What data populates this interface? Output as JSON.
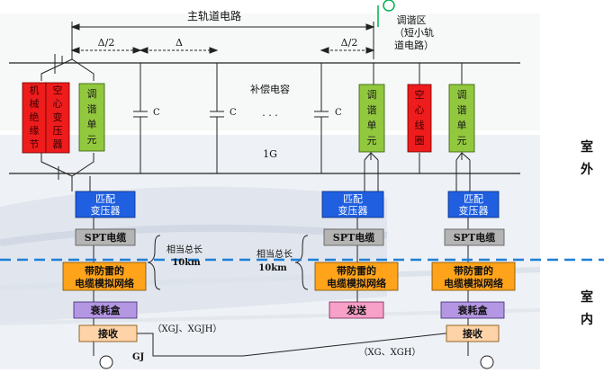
{
  "labels": {
    "main_track": "主轨道电路",
    "delta_half_left": "Δ/2",
    "delta_mid": "Δ",
    "delta_half_right": "Δ/2",
    "tuning_zone": [
      "调谐区",
      "（短小轨",
      "道电路）"
    ],
    "comp_cap": "补偿电容",
    "ellipsis": "· · ·",
    "cap_c": "C",
    "one_g": "1G",
    "outdoor": [
      "室",
      "外"
    ],
    "indoor": [
      "室",
      "内"
    ],
    "equiv_len_left": [
      "相当总长",
      "10km"
    ],
    "equiv_len_mid": [
      "相当总长",
      "10km"
    ],
    "gj": "GJ",
    "xgj": "（XGJ、XGJH）",
    "xg": "（XG、XGH）"
  },
  "colors": {
    "red_box": "#ee1c1c",
    "green_box": "#92c83e",
    "blue_box": "#1f5fe0",
    "gray_box": "#b4b4b4",
    "orange_box": "#ffa31a",
    "purple_box": "#b497e3",
    "pink_box": "#f7a0c8",
    "peach_box": "#ffd3a8",
    "divider_blue": "#1e7fd8",
    "signal_green": "#00b050"
  },
  "boxes": {
    "mech_insulation": [
      "机",
      "械",
      "绝",
      "缘",
      "节"
    ],
    "air_core_transformer": [
      "空",
      "心",
      "变",
      "压",
      "器"
    ],
    "tuning_unit": [
      "调",
      "谐",
      "单",
      "元"
    ],
    "air_core_coil": [
      "空",
      "心",
      "线",
      "圈"
    ],
    "matching_transformer": [
      "匹配",
      "变压器"
    ],
    "spt_cable": "SPT电缆",
    "lightning_network": [
      "带防雷的",
      "电缆模拟网络"
    ],
    "attenuator": "衰耗盒",
    "receiver": "接收",
    "transmitter": "发送"
  }
}
